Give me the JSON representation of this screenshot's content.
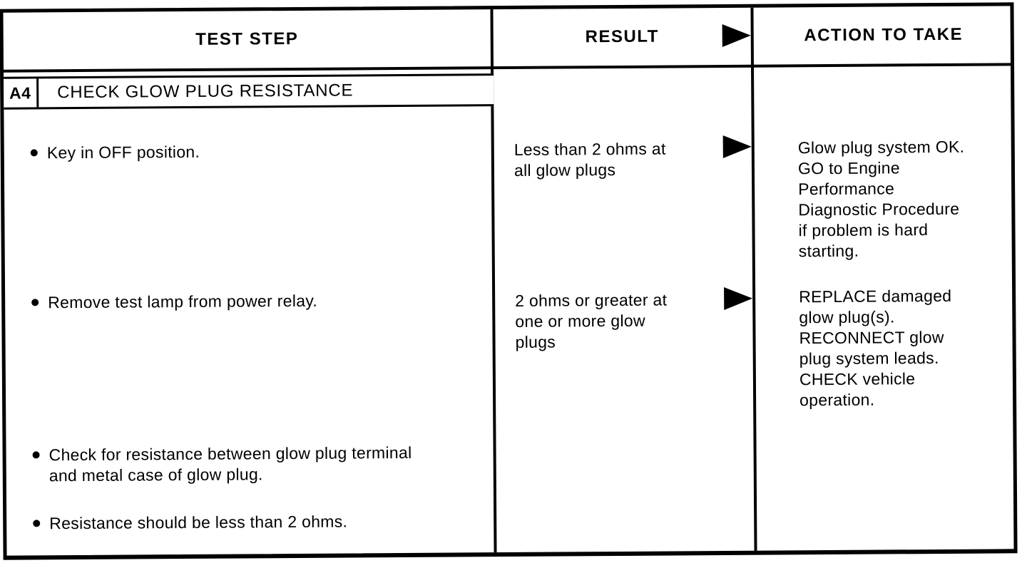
{
  "doc": {
    "header": {
      "col_test_step": "TEST STEP",
      "col_result": "RESULT",
      "col_action": "ACTION TO TAKE"
    },
    "section": {
      "id": "A4",
      "title": "CHECK GLOW PLUG RESISTANCE"
    },
    "test_steps": [
      "Key in OFF position.",
      "Remove test lamp from power relay.",
      "Check for resistance between glow plug terminal\nand metal case of glow plug.",
      "Resistance should be less than 2 ohms."
    ],
    "results": [
      {
        "text": "Less than 2 ohms at\nall glow plugs"
      },
      {
        "text": "2 ohms or greater at\none or more glow\nplugs"
      }
    ],
    "actions": [
      {
        "text": "Glow plug system OK.\nGO to Engine\nPerformance\nDiagnostic Procedure\nif problem is hard\nstarting."
      },
      {
        "text": "REPLACE damaged\nglow plug(s).\nRECONNECT glow\nplug system leads.\nCHECK vehicle\noperation."
      }
    ],
    "colors": {
      "ink": "#000000",
      "paper": "#ffffff"
    }
  }
}
